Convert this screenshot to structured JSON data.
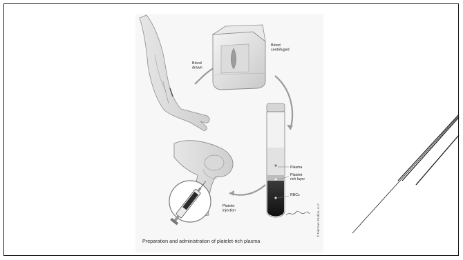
{
  "slide": {
    "illustration": {
      "labels": {
        "blood_drawn_1": "Blood",
        "blood_drawn_2": "drawn",
        "blood_centrifuged_1": "Blood",
        "blood_centrifuged_2": "centrifuged",
        "plasma": "Plasma",
        "platelet_rich_layer_1": "Platelet",
        "platelet_rich_layer_2": "rich layer",
        "rbcs": "RBCs",
        "platelet_injection_1": "Platelet",
        "platelet_injection_2": "injection"
      },
      "caption": "Preparation and administration of platelet-rich plasma",
      "credit": "© Fairman Studios, LLC"
    }
  },
  "colors": {
    "frame": "#1a1a1a",
    "figure_bg": "#f7f7f7",
    "accent_lines": "#1a1a1a"
  }
}
